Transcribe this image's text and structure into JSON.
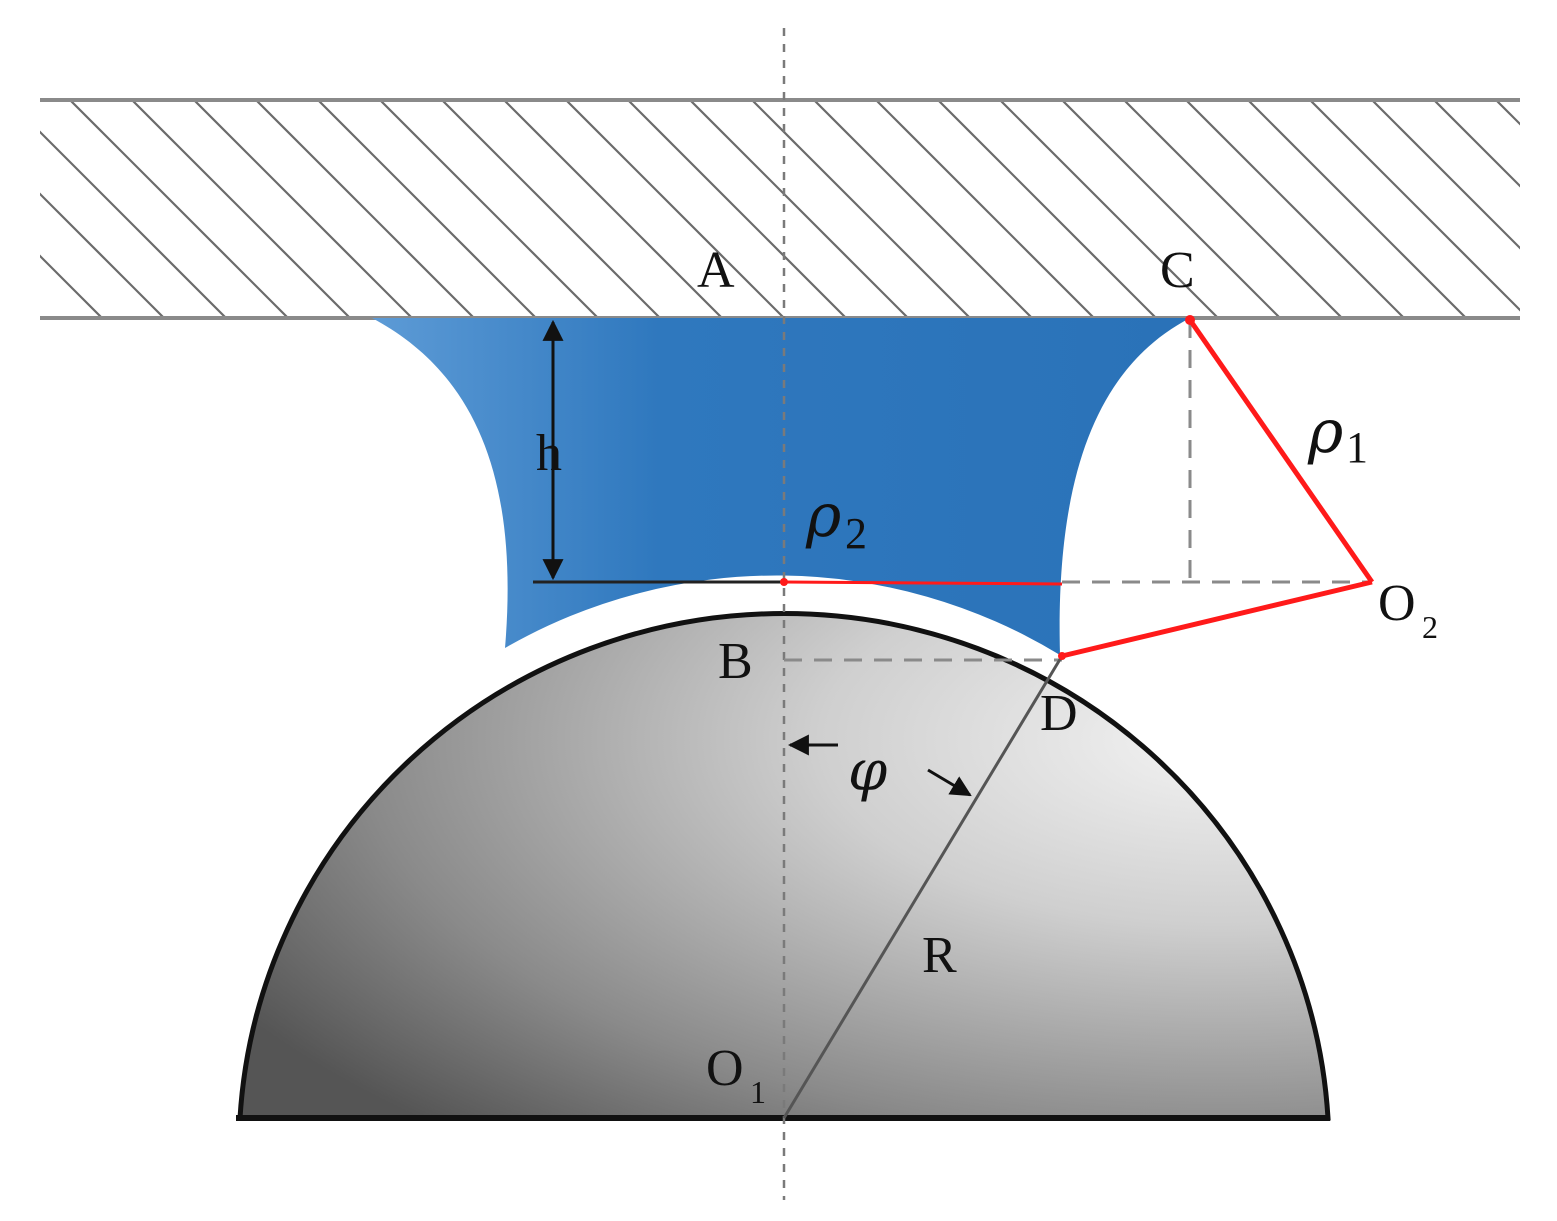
{
  "diagram": {
    "description_labels": {
      "A": "A",
      "B": "B",
      "C": "C",
      "D": "D",
      "O1_base": "O",
      "O1_sub": "1",
      "O2_base": "O",
      "O2_sub": "2",
      "h": "h",
      "R": "R",
      "phi": "φ",
      "rho1_base": "ρ",
      "rho1_sub": "1",
      "rho2_base": "ρ",
      "rho2_sub": "2"
    },
    "colors": {
      "liquid": "#2f78be",
      "liquid_light": "#5b9bd5",
      "construction_red": "#ff1a1a",
      "hatch": "#6b6b6b",
      "sphere_dark": "#5a5a5a",
      "sphere_light": "#f2f2f2",
      "outline": "#111111",
      "dashed": "#8a8a8a"
    }
  }
}
